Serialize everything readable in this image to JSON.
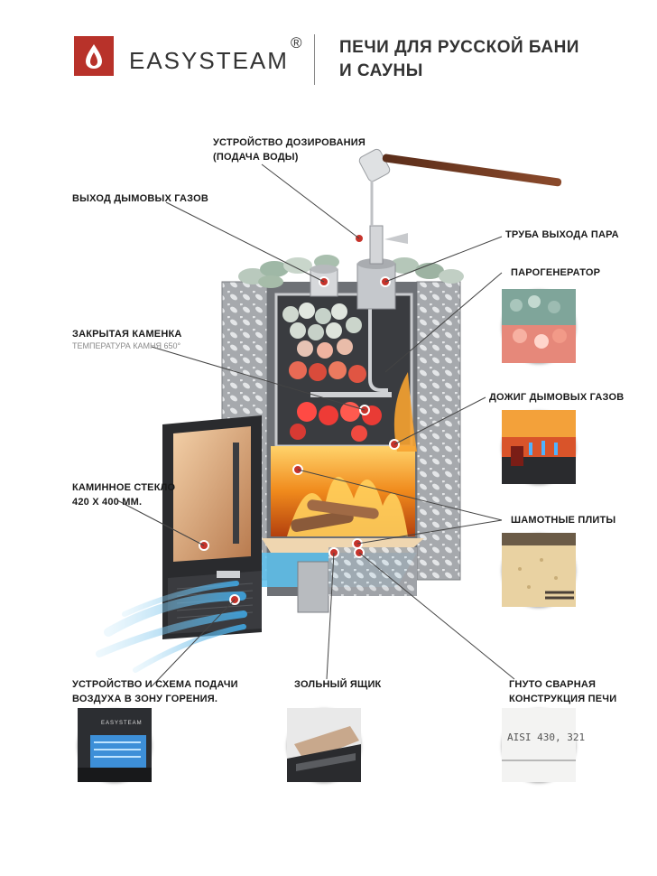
{
  "header": {
    "brand": "EASYSTEAM",
    "reg_mark": "®",
    "tagline_line1": "ПЕЧИ ДЛЯ РУССКОЙ БАНИ",
    "tagline_line2": "И САУНЫ"
  },
  "labels": {
    "dosing_line1": "УСТРОЙСТВО ДОЗИРОВАНИЯ",
    "dosing_line2": "(ПОДАЧА ВОДЫ)",
    "flue": "ВЫХОД ДЫМОВЫХ ГАЗОВ",
    "steam_pipe": "ТРУБА ВЫХОДА ПАРА",
    "steam_generator": "ПАРОГЕНЕРАТОР",
    "closed_heater": "ЗАКРЫТАЯ КАМЕНКА",
    "stone_temp": "ТЕМПЕРАТУРА КАМНЯ 650°",
    "afterburn": "ДОЖИГ ДЫМОВЫХ ГАЗОВ",
    "glass_line1": "КАМИННОЕ СТЕКЛО",
    "glass_line2": "420 Х 400 ММ.",
    "chamotte": "ШАМОТНЫЕ ПЛИТЫ",
    "air_line1": "УСТРОЙСТВО И СХЕМА ПОДАЧИ",
    "air_line2": "ВОЗДУХА В ЗОНУ ГОРЕНИЯ.",
    "ash_box": "ЗОЛЬНЫЙ ЯЩИК",
    "bent_line1": "ГНУТО СВАРНАЯ",
    "bent_line2": "КОНСТРУКЦИЯ ПЕЧИ",
    "aisi": "AISI 430, 321",
    "door_brand": "EASYSTEAM"
  },
  "colors": {
    "brand_red": "#b8322a",
    "steel": "#8e9196",
    "fire": "#f08a1c",
    "stones_hot": "#e0473a",
    "stones_green": "#9fb8a6",
    "air_blue": "#63b7e6"
  }
}
